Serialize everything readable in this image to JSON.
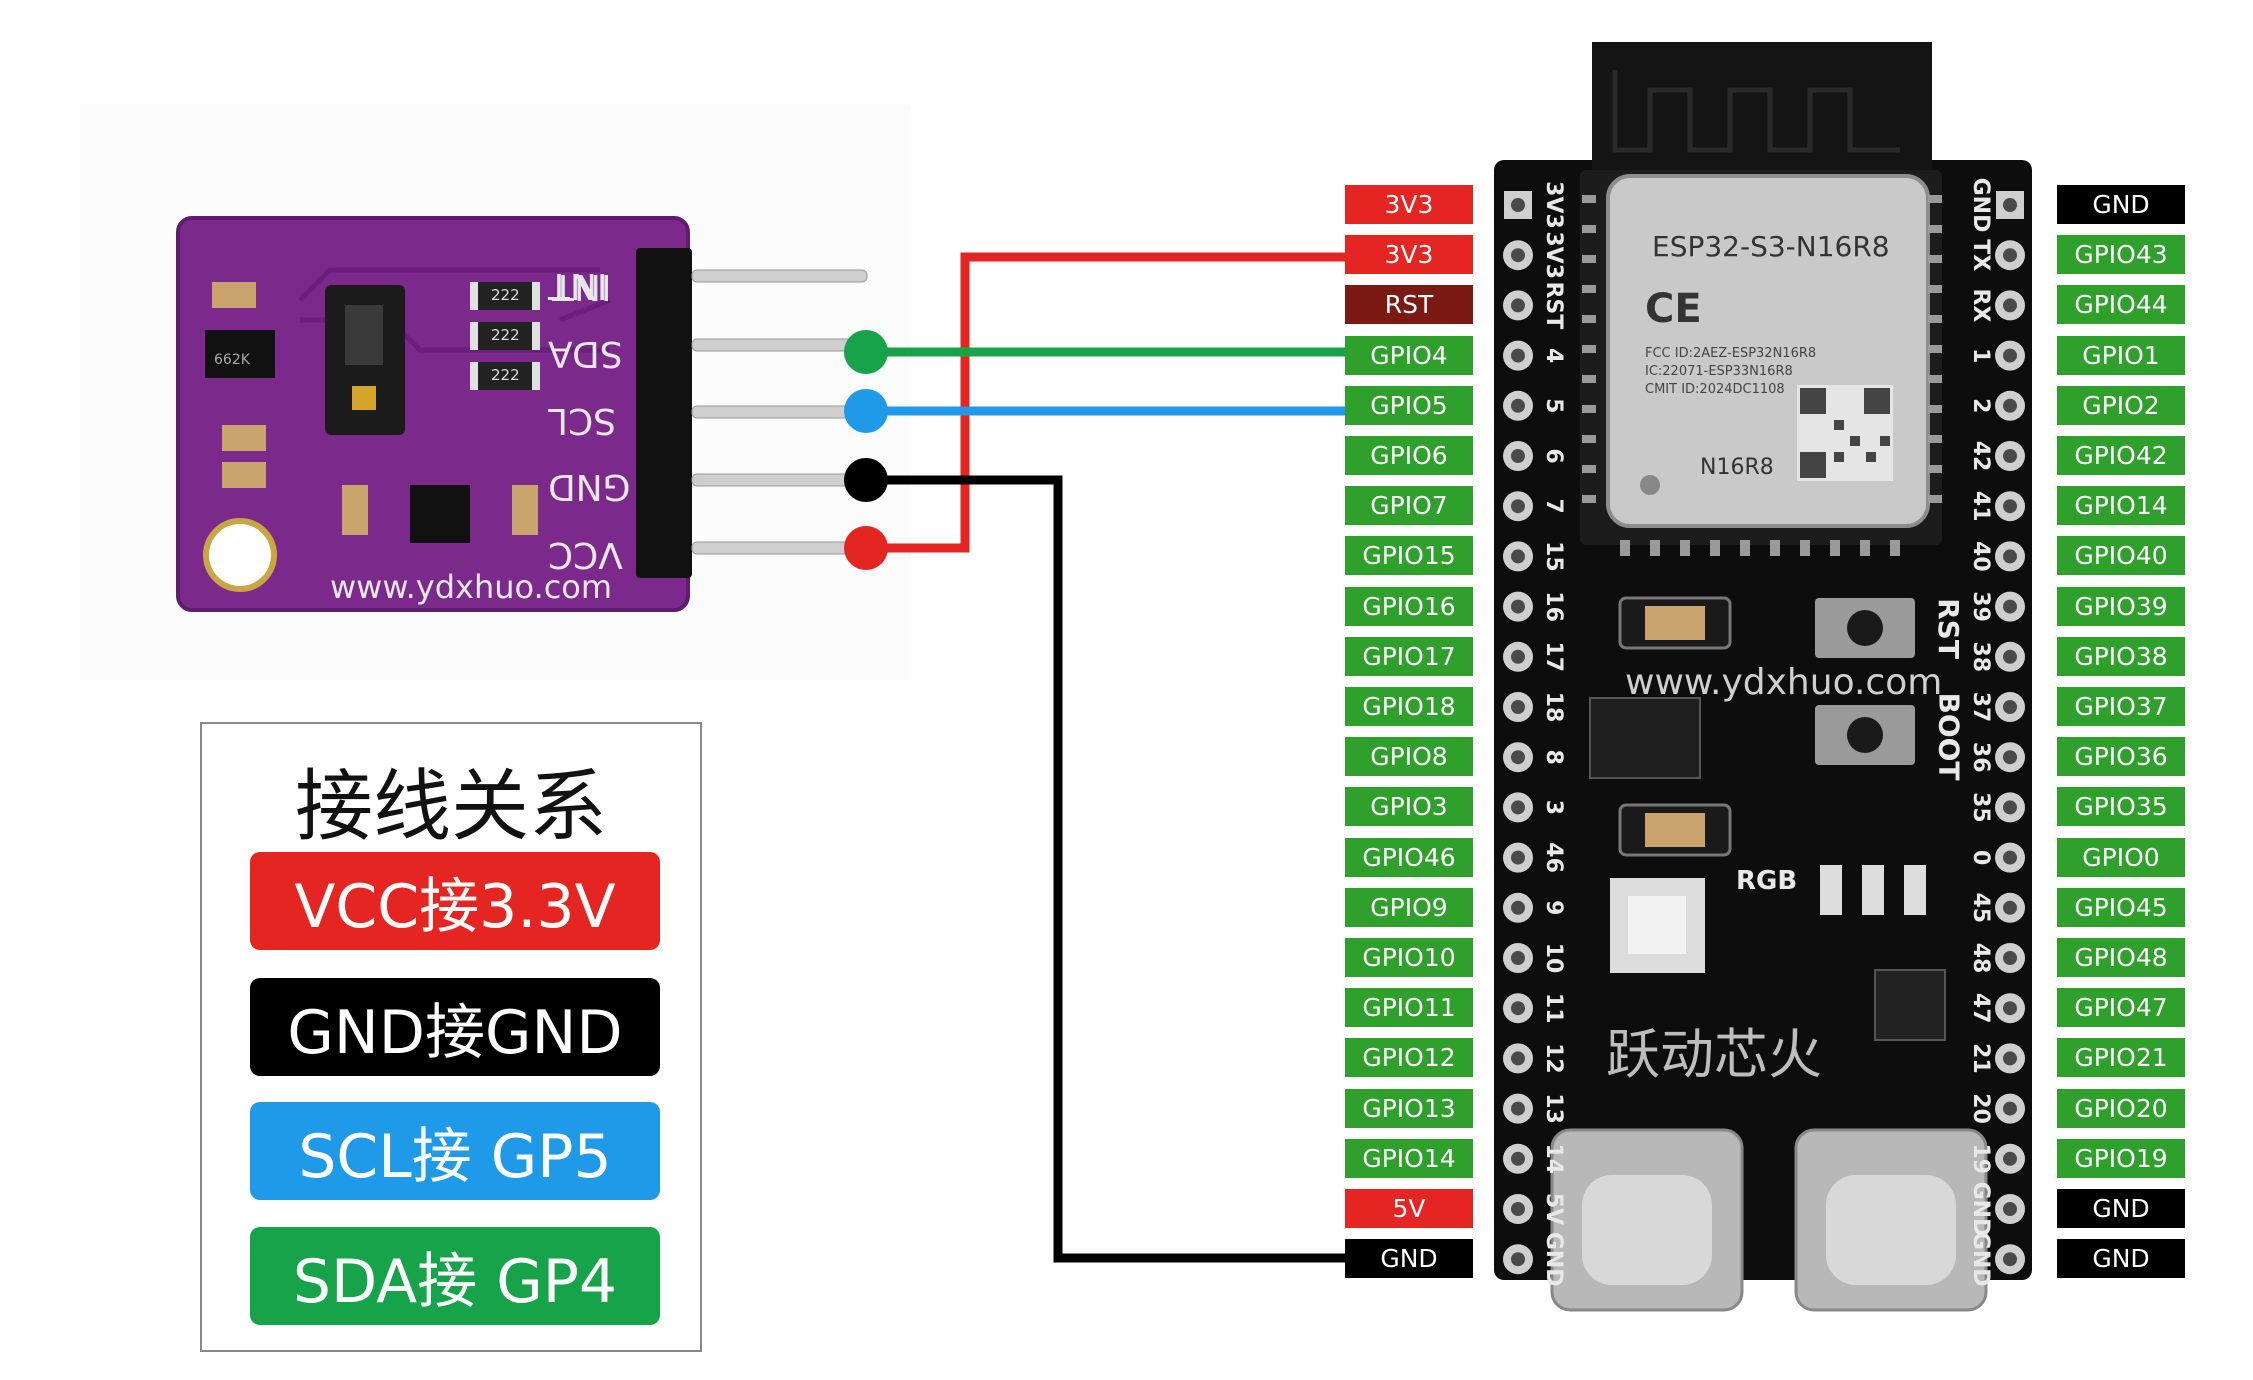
{
  "colors": {
    "power": "#e52521",
    "gnd": "#000000",
    "gpio": "#2ea02b",
    "rst": "#7b1a12",
    "wire_red": "#e52521",
    "wire_green": "#16a34a",
    "wire_blue": "#1e9ae8",
    "wire_black": "#000000",
    "sensor_pcb": "#7b2a8c",
    "board_pcb": "#0d0d0d"
  },
  "sensor": {
    "pins": [
      "INT",
      "SDA",
      "SCL",
      "GND",
      "VCC"
    ],
    "watermark": "www.ydxhuo.com",
    "resistor_label": "222",
    "chip_label": "662K"
  },
  "board": {
    "module_name": "ESP32-S3-N16R8",
    "ce_mark": "CE",
    "cert_lines": [
      "FCC ID:2AEZ-ESP32N16R8",
      "IC:22071-ESP33N16R8",
      "CMIT ID:2024DC1108"
    ],
    "module_variant": "N16R8",
    "watermark": "www.ydxhuo.com",
    "rst_button": "RST",
    "boot_button": "BOOT",
    "rgb_label": "RGB",
    "brand": "跃动芯火",
    "left_silk": [
      "3V3",
      "3V3",
      "RST",
      "4",
      "5",
      "6",
      "7",
      "15",
      "16",
      "17",
      "18",
      "8",
      "3",
      "46",
      "9",
      "10",
      "11",
      "12",
      "13",
      "14",
      "5V",
      "GND"
    ],
    "right_silk": [
      "GND",
      "TX",
      "RX",
      "1",
      "2",
      "42",
      "41",
      "40",
      "39",
      "38",
      "37",
      "36",
      "35",
      "0",
      "45",
      "48",
      "47",
      "21",
      "20",
      "19",
      "GND",
      "GND"
    ]
  },
  "left_pins": [
    {
      "label": "3V3",
      "type": "power"
    },
    {
      "label": "3V3",
      "type": "power"
    },
    {
      "label": "RST",
      "type": "rst"
    },
    {
      "label": "GPIO4",
      "type": "gpio"
    },
    {
      "label": "GPIO5",
      "type": "gpio"
    },
    {
      "label": "GPIO6",
      "type": "gpio"
    },
    {
      "label": "GPIO7",
      "type": "gpio"
    },
    {
      "label": "GPIO15",
      "type": "gpio"
    },
    {
      "label": "GPIO16",
      "type": "gpio"
    },
    {
      "label": "GPIO17",
      "type": "gpio"
    },
    {
      "label": "GPIO18",
      "type": "gpio"
    },
    {
      "label": "GPIO8",
      "type": "gpio"
    },
    {
      "label": "GPIO3",
      "type": "gpio"
    },
    {
      "label": "GPIO46",
      "type": "gpio"
    },
    {
      "label": "GPIO9",
      "type": "gpio"
    },
    {
      "label": "GPIO10",
      "type": "gpio"
    },
    {
      "label": "GPIO11",
      "type": "gpio"
    },
    {
      "label": "GPIO12",
      "type": "gpio"
    },
    {
      "label": "GPIO13",
      "type": "gpio"
    },
    {
      "label": "GPIO14",
      "type": "gpio"
    },
    {
      "label": "5V",
      "type": "power"
    },
    {
      "label": "GND",
      "type": "gnd"
    }
  ],
  "right_pins": [
    {
      "label": "GND",
      "type": "gnd"
    },
    {
      "label": "GPIO43",
      "type": "gpio"
    },
    {
      "label": "GPIO44",
      "type": "gpio"
    },
    {
      "label": "GPIO1",
      "type": "gpio"
    },
    {
      "label": "GPIO2",
      "type": "gpio"
    },
    {
      "label": "GPIO42",
      "type": "gpio"
    },
    {
      "label": "GPIO14",
      "type": "gpio"
    },
    {
      "label": "GPIO40",
      "type": "gpio"
    },
    {
      "label": "GPIO39",
      "type": "gpio"
    },
    {
      "label": "GPIO38",
      "type": "gpio"
    },
    {
      "label": "GPIO37",
      "type": "gpio"
    },
    {
      "label": "GPIO36",
      "type": "gpio"
    },
    {
      "label": "GPIO35",
      "type": "gpio"
    },
    {
      "label": "GPIO0",
      "type": "gpio"
    },
    {
      "label": "GPIO45",
      "type": "gpio"
    },
    {
      "label": "GPIO48",
      "type": "gpio"
    },
    {
      "label": "GPIO47",
      "type": "gpio"
    },
    {
      "label": "GPIO21",
      "type": "gpio"
    },
    {
      "label": "GPIO20",
      "type": "gpio"
    },
    {
      "label": "GPIO19",
      "type": "gpio"
    },
    {
      "label": "GND",
      "type": "gnd"
    },
    {
      "label": "GND",
      "type": "gnd"
    }
  ],
  "legend": {
    "title": "接线关系",
    "items": [
      {
        "text": "VCC接3.3V",
        "color": "#e52521"
      },
      {
        "text": "GND接GND",
        "color": "#000000"
      },
      {
        "text": "SCL接 GP5",
        "color": "#1e9ae8"
      },
      {
        "text": "SDA接 GP4",
        "color": "#16a34a"
      }
    ]
  },
  "connections": [
    {
      "from": "VCC",
      "to": "3V3",
      "wire": "red"
    },
    {
      "from": "SDA",
      "to": "GPIO4",
      "wire": "green"
    },
    {
      "from": "SCL",
      "to": "GPIO5",
      "wire": "blue"
    },
    {
      "from": "GND",
      "to": "GND",
      "wire": "black"
    }
  ]
}
